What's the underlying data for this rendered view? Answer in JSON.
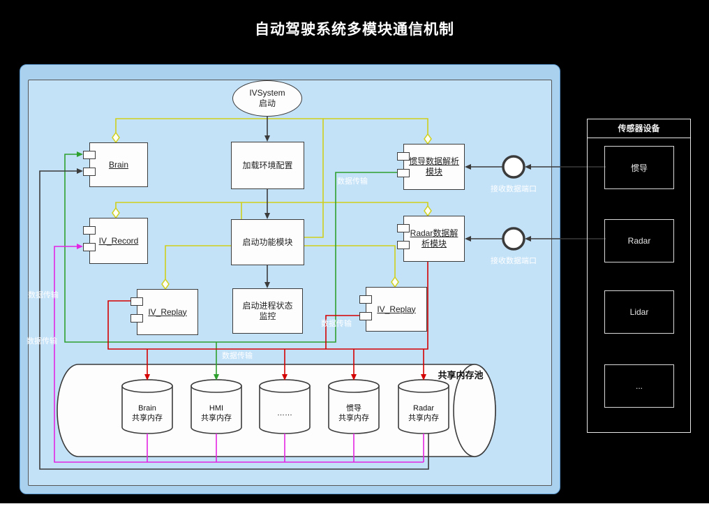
{
  "title": "自动驾驶系统多模块通信机制",
  "flow": {
    "start": "IVSystem\n启动",
    "load_config": "加载环境配置",
    "start_modules": "启动功能模块",
    "monitor": "启动进程状态\n监控"
  },
  "components": {
    "brain": "Brain",
    "iv_record": "IV_Record",
    "iv_replay_left": "IV_Replay",
    "ins_parser": "惯导数据解析\n模块",
    "radar_parser": "Radar数据解\n析模块",
    "iv_replay_right": "IV_Replay"
  },
  "ports": {
    "ins": "接收数据端口",
    "radar": "接收数据端口"
  },
  "sensors": {
    "title": "传感器设备",
    "items": [
      "惯导",
      "Radar",
      "Lidar",
      "..."
    ]
  },
  "memory_pool": {
    "label": "共享内存池",
    "cylinders": [
      "Brain\n共享内存",
      "HMI\n共享内存",
      "……",
      "惯导\n共享内存",
      "Radar\n共享内存"
    ]
  },
  "edge_labels": [
    "数据传输",
    "数据传输",
    "数据传输",
    "数据传输",
    "数据传输"
  ],
  "colors": {
    "canvas-bg": "#000000",
    "panel-outer": "#aad2ee",
    "panel-inner": "#c3e2f8",
    "node-border": "#3b3b3b",
    "line-black": "#3b3b3b",
    "line-yellow": "#cfcf1b",
    "line-green": "#2ea02e",
    "line-red": "#d40000",
    "line-magenta": "#e324e3"
  }
}
